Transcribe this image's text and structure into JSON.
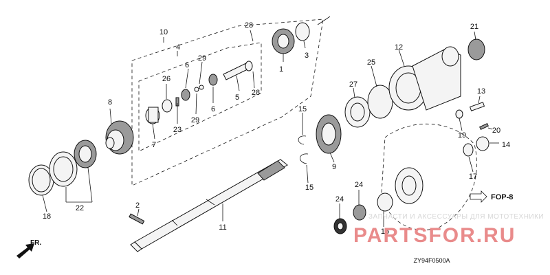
{
  "diagram": {
    "callouts": [
      "1",
      "2",
      "3",
      "4",
      "5",
      "6",
      "6",
      "7",
      "8",
      "9",
      "10",
      "11",
      "12",
      "13",
      "14",
      "15",
      "15",
      "16",
      "17",
      "18",
      "19",
      "20",
      "21",
      "22",
      "23",
      "24",
      "24",
      "25",
      "26",
      "27",
      "28",
      "28",
      "29",
      "29"
    ],
    "reference_link": "FOP-8",
    "direction_label": "FR.",
    "drawing_code": "ZY94F0500A",
    "watermark_line": "ЗАПЧАСТИ И АКСЕССУАРЫ ДЛЯ МОТОТЕХНИКИ",
    "watermark_brand": "PARTSFOR.RU"
  }
}
